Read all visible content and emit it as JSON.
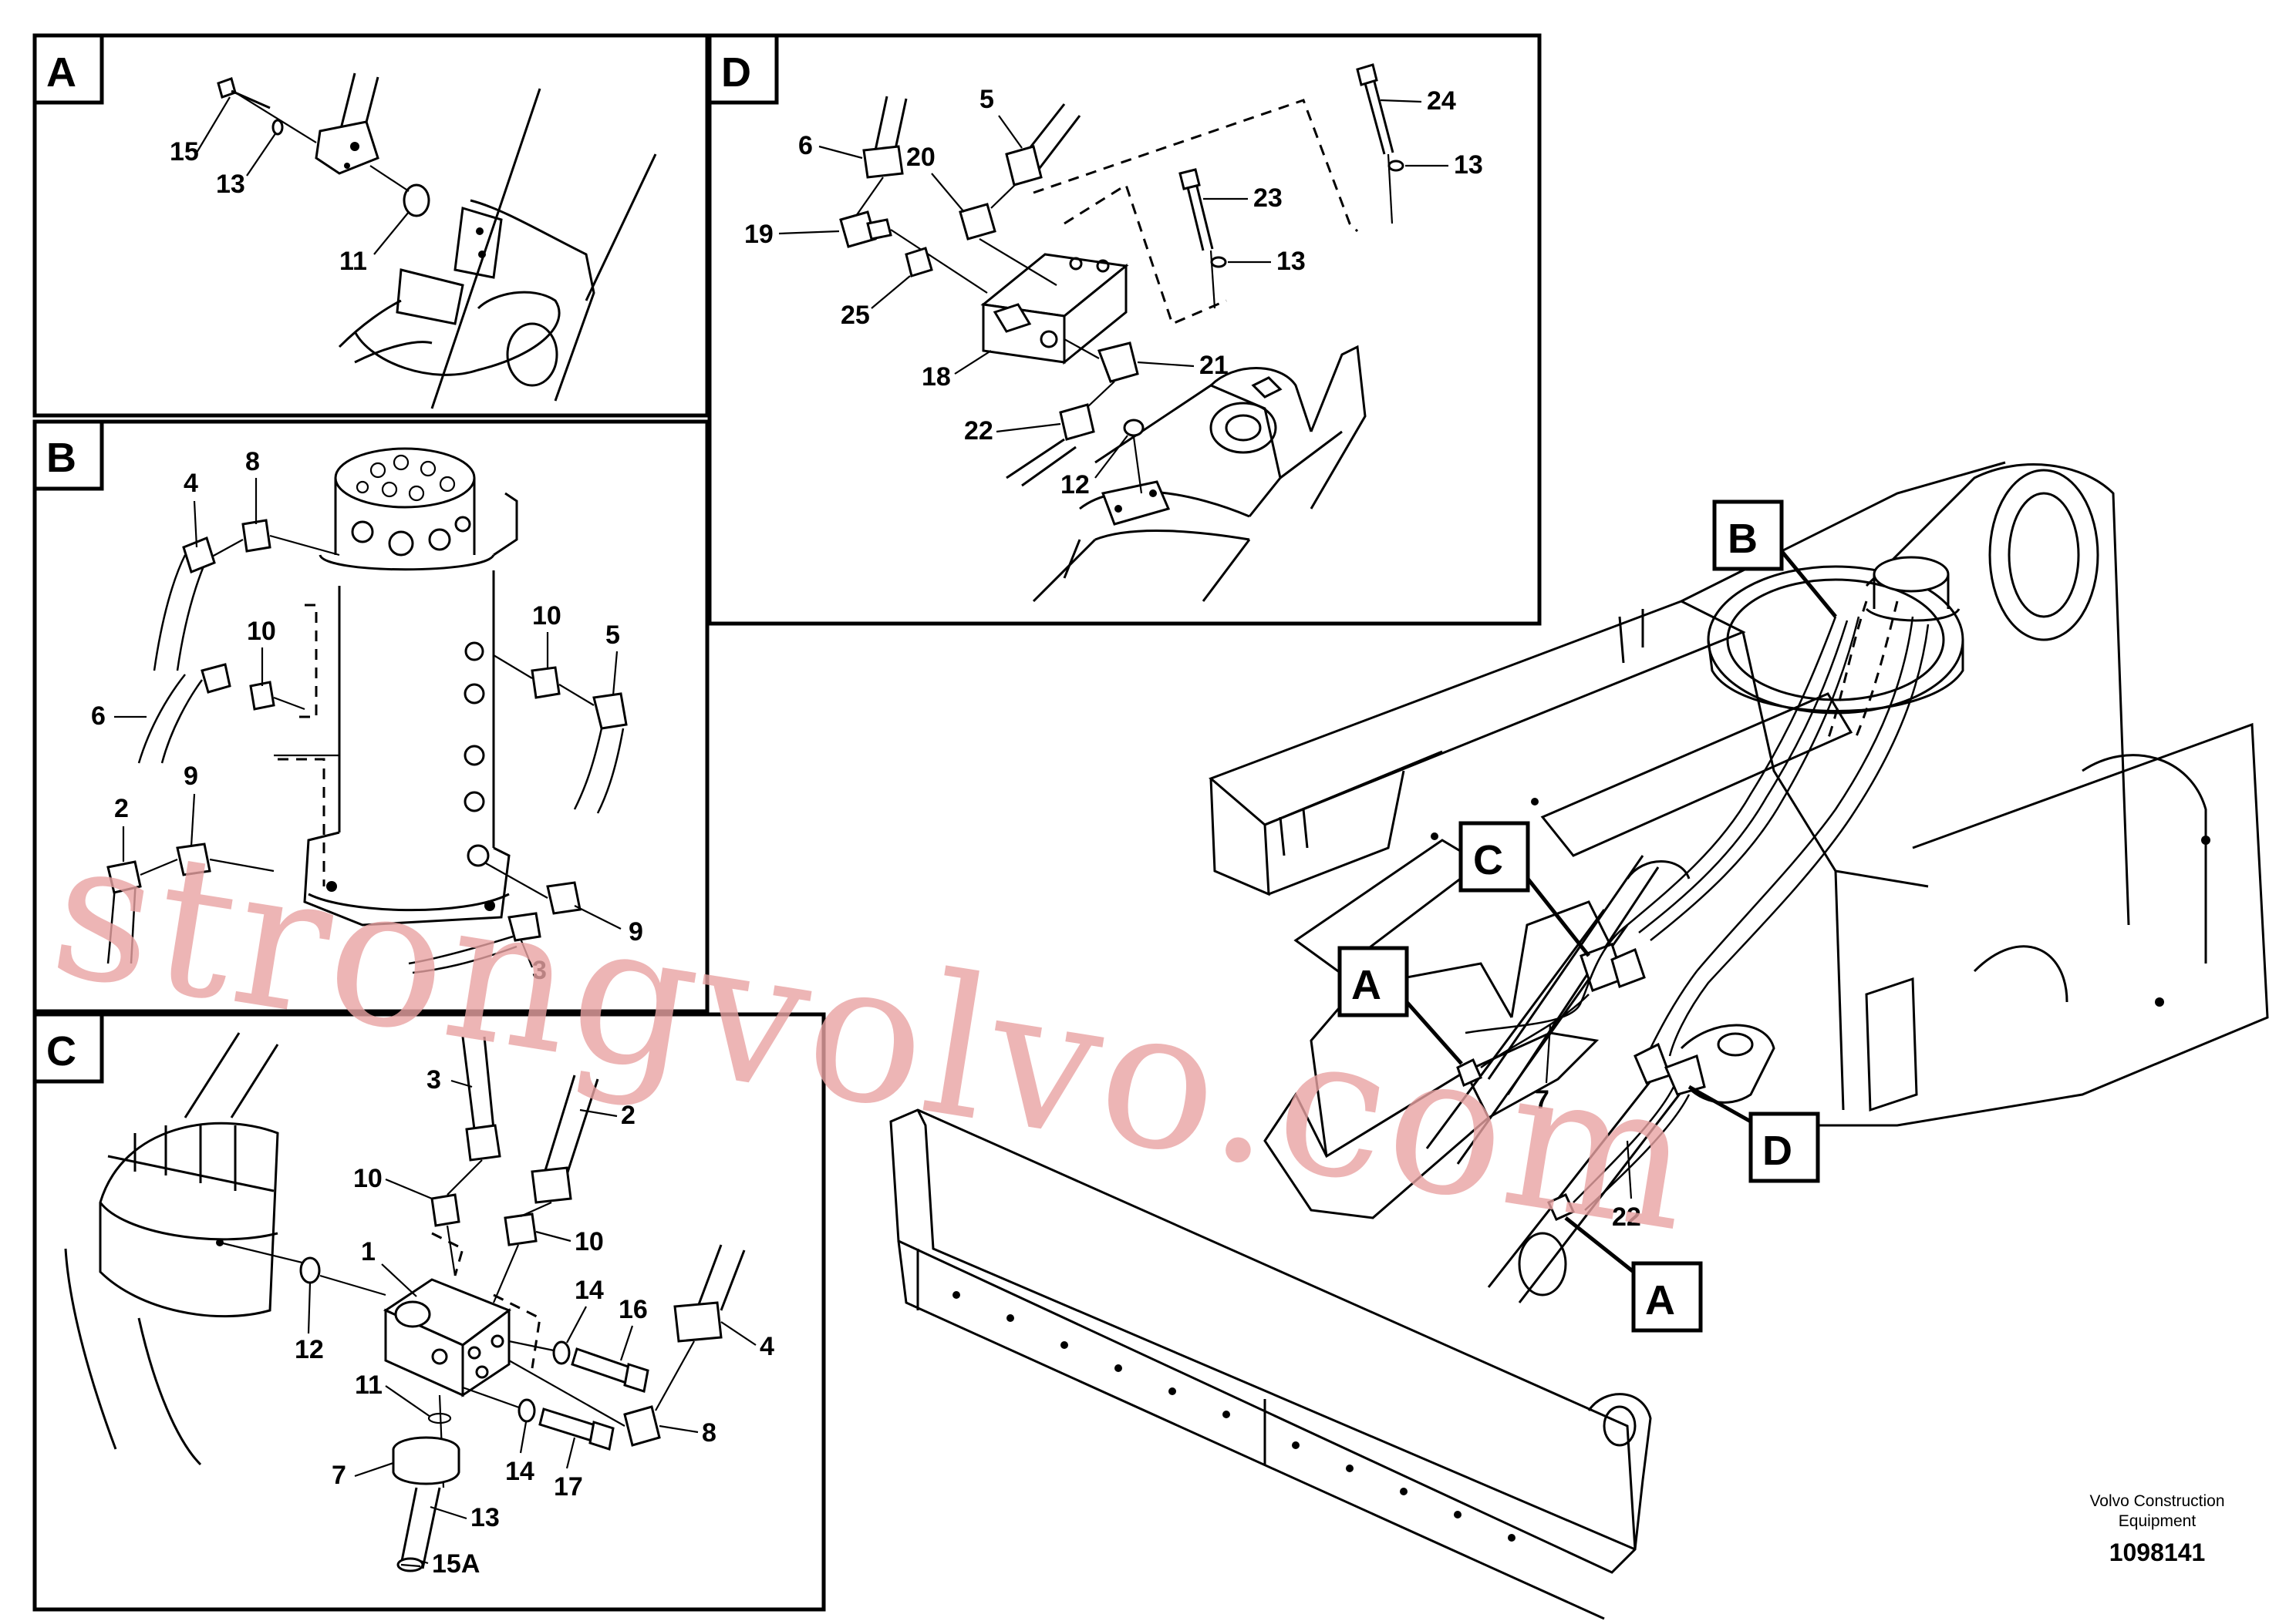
{
  "sections": {
    "A": "A",
    "B": "B",
    "C": "C",
    "D": "D"
  },
  "main_view": {
    "callouts": [
      "B",
      "C",
      "A",
      "A",
      "D"
    ],
    "numbers": [
      "7",
      "22"
    ]
  },
  "detail_A": {
    "numbers": [
      "15",
      "13",
      "11"
    ]
  },
  "detail_B": {
    "numbers": [
      "4",
      "8",
      "10",
      "10",
      "5",
      "6",
      "9",
      "2",
      "9",
      "3"
    ]
  },
  "detail_C": {
    "numbers": [
      "3",
      "2",
      "10",
      "10",
      "1",
      "12",
      "14",
      "16",
      "4",
      "11",
      "14",
      "17",
      "8",
      "7",
      "13",
      "15A"
    ]
  },
  "detail_D": {
    "numbers": [
      "5",
      "6",
      "20",
      "19",
      "25",
      "18",
      "21",
      "22",
      "12",
      "24",
      "13",
      "23",
      "13"
    ]
  },
  "watermark": "strongvolvo.com",
  "footer": {
    "brand_line1": "Volvo Construction",
    "brand_line2": "Equipment",
    "drawing_number": "1098141"
  }
}
